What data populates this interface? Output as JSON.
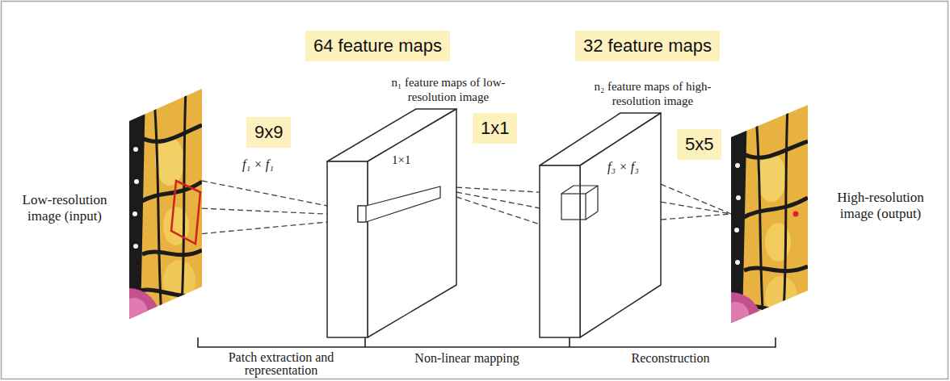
{
  "diagram": {
    "nodes": [
      {
        "text": [
          "Low-resolution image (input)"
        ]
      },
      {
        "text": [
          "9x9"
        ]
      },
      {
        "text": [
          "64 feature maps"
        ]
      },
      {
        "text": [
          "n₁ feature maps of low-resolution image",
          "1×1"
        ]
      },
      {
        "text": [
          "1x1"
        ]
      },
      {
        "text": [
          "32 feature maps"
        ]
      },
      {
        "text": [
          "n₂ feature maps of high-resolution image"
        ]
      },
      {
        "text": [
          "5x5"
        ]
      },
      {
        "text": [
          "High-resolution image (output)"
        ]
      }
    ],
    "edges": [
      {
        "from": 0,
        "to": 3,
        "arrow": "none"
      },
      {
        "from": 3,
        "to": 6,
        "arrow": "none"
      },
      {
        "from": 6,
        "to": 8,
        "arrow": "none"
      }
    ],
    "labels": [
      "f₁ × f₁",
      "f₃ × f₃",
      "Patch extraction and representation",
      "Non-linear mapping",
      "Reconstruction"
    ]
  }
}
